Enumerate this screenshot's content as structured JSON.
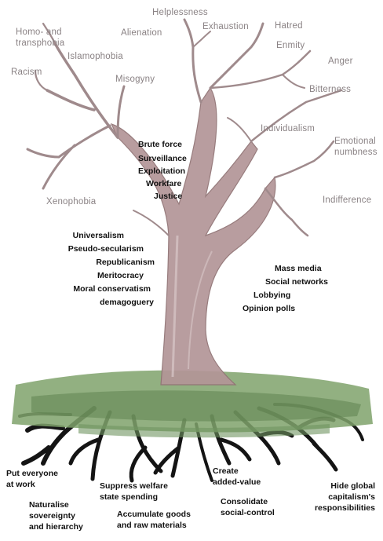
{
  "colors": {
    "trunk": "#b39597",
    "trunk_dark": "#8f7173",
    "branch_bark": "#9f8a8c",
    "grass": "#7fa26b",
    "grass_dark": "#5f8450",
    "roots": "#141414",
    "muted_text": "#8a8284",
    "bold_text": "#111111"
  },
  "outer_labels": {
    "helplessness": "Helplessness",
    "exhaustion": "Exhaustion",
    "hatred": "Hatred",
    "homophobia": "Homo- and\ntransphobia",
    "alienation": "Alienation",
    "enmity": "Enmity",
    "islamophobia": "Islamophobia",
    "anger": "Anger",
    "racism": "Racism",
    "misogyny": "Misogyny",
    "bitterness": "Bitterness",
    "individualism": "Individualism",
    "emotional_numbness": "Emotional\nnumbness",
    "xenophobia": "Xenophobia",
    "indifference": "Indifference"
  },
  "trunk_upper": [
    "Brute force",
    "Surveillance",
    "Exploitation",
    "Workfare",
    "Justice"
  ],
  "trunk_left": [
    "Universalism",
    "Pseudo-secularism",
    "Republicanism",
    "Meritocracy",
    "Moral conservatism",
    "demagoguery"
  ],
  "trunk_right": [
    "Mass media",
    "Social networks",
    "Lobbying",
    "Opinion polls"
  ],
  "roots": {
    "put_everyone": "Put everyone\nat work",
    "suppress_welfare": "Suppress welfare\nstate spending",
    "create_value": "Create\nadded-value",
    "hide_capitalism": "Hide global\ncapitalism's\nresponsibilities",
    "naturalise": "Naturalise\nsovereignty\nand hierarchy",
    "accumulate": "Accumulate goods\nand raw materials",
    "consolidate": "Consolidate\nsocial-control"
  }
}
